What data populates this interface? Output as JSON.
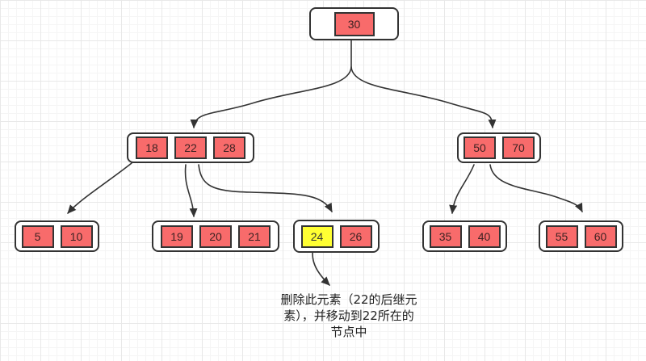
{
  "diagram": {
    "type": "b-tree",
    "tree": {
      "nodes": [
        {
          "name": "root",
          "level": 0,
          "keys": [
            "30"
          ]
        },
        {
          "name": "internal-left",
          "level": 1,
          "keys": [
            "18",
            "22",
            "28"
          ]
        },
        {
          "name": "internal-right",
          "level": 1,
          "keys": [
            "50",
            "70"
          ]
        },
        {
          "name": "leaf-5-10",
          "level": 2,
          "keys": [
            "5",
            "10"
          ]
        },
        {
          "name": "leaf-19-20-21",
          "level": 2,
          "keys": [
            "19",
            "20",
            "21"
          ]
        },
        {
          "name": "leaf-24-26",
          "level": 2,
          "keys": [
            "24",
            "26"
          ],
          "highlighted_key": "24"
        },
        {
          "name": "leaf-35-40",
          "level": 2,
          "keys": [
            "35",
            "40"
          ]
        },
        {
          "name": "leaf-55-60",
          "level": 2,
          "keys": [
            "55",
            "60"
          ]
        }
      ],
      "edges": [
        {
          "from": "root",
          "to": "internal-left"
        },
        {
          "from": "root",
          "to": "internal-right"
        },
        {
          "from": "internal-left",
          "to": "leaf-5-10"
        },
        {
          "from": "internal-left",
          "to": "leaf-19-20-21"
        },
        {
          "from": "internal-left",
          "to": "leaf-24-26"
        },
        {
          "from": "internal-right",
          "to": "leaf-35-40"
        },
        {
          "from": "internal-right",
          "to": "leaf-55-60"
        },
        {
          "from": "leaf-24-26-key-24",
          "to": "annotation"
        }
      ]
    },
    "annotation": {
      "lines": [
        "删除此元素（22的后继元",
        "素），并移动到22所在的",
        "节点中"
      ],
      "full_text": "删除此元素（22的后继元素），并移动到22所在的节点中"
    }
  },
  "colors": {
    "stroke": "#333333",
    "node_fill": "#ffffff",
    "cell_fill": "#f86b6b",
    "cell_highlight": "#ffff33",
    "key_text": "#3d2222",
    "annotation_text": "#222222",
    "grid_minor": "#f5f5f5",
    "grid_major": "#e8e8e8"
  }
}
